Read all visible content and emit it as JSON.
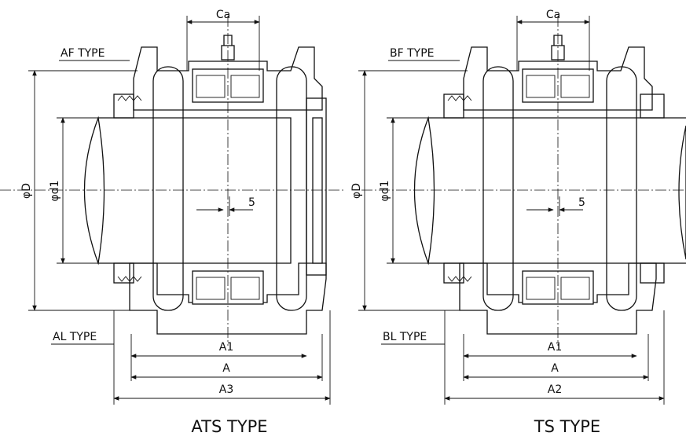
{
  "diagram": {
    "left": {
      "caption": "ATS TYPE",
      "type_top": "AF TYPE",
      "type_bottom": "AL TYPE",
      "dim_ca": "Ca",
      "dim_d": "φD",
      "dim_d1": "φd1",
      "dim_gap": "5",
      "dim_a1": "A1",
      "dim_a": "A",
      "dim_total": "A3"
    },
    "right": {
      "caption": "TS TYPE",
      "type_top": "BF TYPE",
      "type_bottom": "BL TYPE",
      "dim_ca": "Ca",
      "dim_d": "φD",
      "dim_d1": "φd1",
      "dim_gap": "5",
      "dim_a1": "A1",
      "dim_a": "A",
      "dim_total": "A2"
    }
  }
}
